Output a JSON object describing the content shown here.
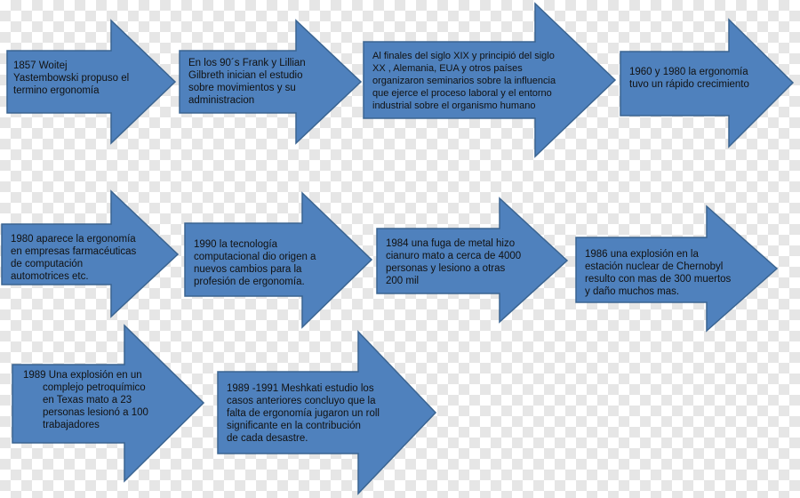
{
  "diagram": {
    "colors": {
      "arrow_fill": "#4f81bd",
      "arrow_stroke": "#3a6491",
      "text": "#111111"
    },
    "steps": [
      {
        "id": "1857",
        "lines": [
          "1857 Woitej",
          "Yastembowski propuso el",
          "termino ergonomía"
        ]
      },
      {
        "id": "90s",
        "lines": [
          "En los 90´s Frank y Lillian",
          "Gilbreth inician el estudio",
          "sobre movimientos y su",
          "administracion"
        ]
      },
      {
        "id": "xix-xx",
        "lines": [
          "Al finales del siglo XIX y principió  del siglo",
          "XX , Alemania, EUA y otros países",
          "organizaron seminarios sobre la influencia",
          "que ejerce el proceso laboral y el entorno",
          "industrial sobre el organismo humano"
        ]
      },
      {
        "id": "1960-1980",
        "lines": [
          "1960 y 1980 la ergonomía",
          "tuvo un rápido crecimiento"
        ]
      },
      {
        "id": "1980",
        "lines": [
          "1980 aparece la ergonomía",
          "en empresas farmacéuticas",
          "de computación",
          "automotrices etc."
        ]
      },
      {
        "id": "1990",
        "lines": [
          "1990 la tecnología",
          "computacional  dio origen a",
          "nuevos cambios para la",
          "profesión de ergonomía."
        ]
      },
      {
        "id": "1984",
        "lines": [
          "1984 una fuga de metal hizo",
          "cianuro mato a cerca de 4000",
          "personas y lesiono a otras",
          "200 mil"
        ]
      },
      {
        "id": "1986",
        "lines": [
          "1986 una explosión en la",
          "estación nuclear de Chernobyl",
          "resulto con mas de 300 muertos",
          "y daño muchos mas."
        ]
      },
      {
        "id": "1989",
        "lines": [
          "1989  Una explosión en un",
          "complejo petroquímico",
          "en Texas mato a 23",
          "personas lesionó a 100",
          "trabajadores"
        ]
      },
      {
        "id": "1989-1991",
        "lines": [
          "1989 -1991  Meshkati estudio los",
          "casos anteriores concluyo que la",
          "falta de ergonomía jugaron un roll",
          "significante en la contribución",
          "de cada desastre."
        ]
      }
    ]
  }
}
